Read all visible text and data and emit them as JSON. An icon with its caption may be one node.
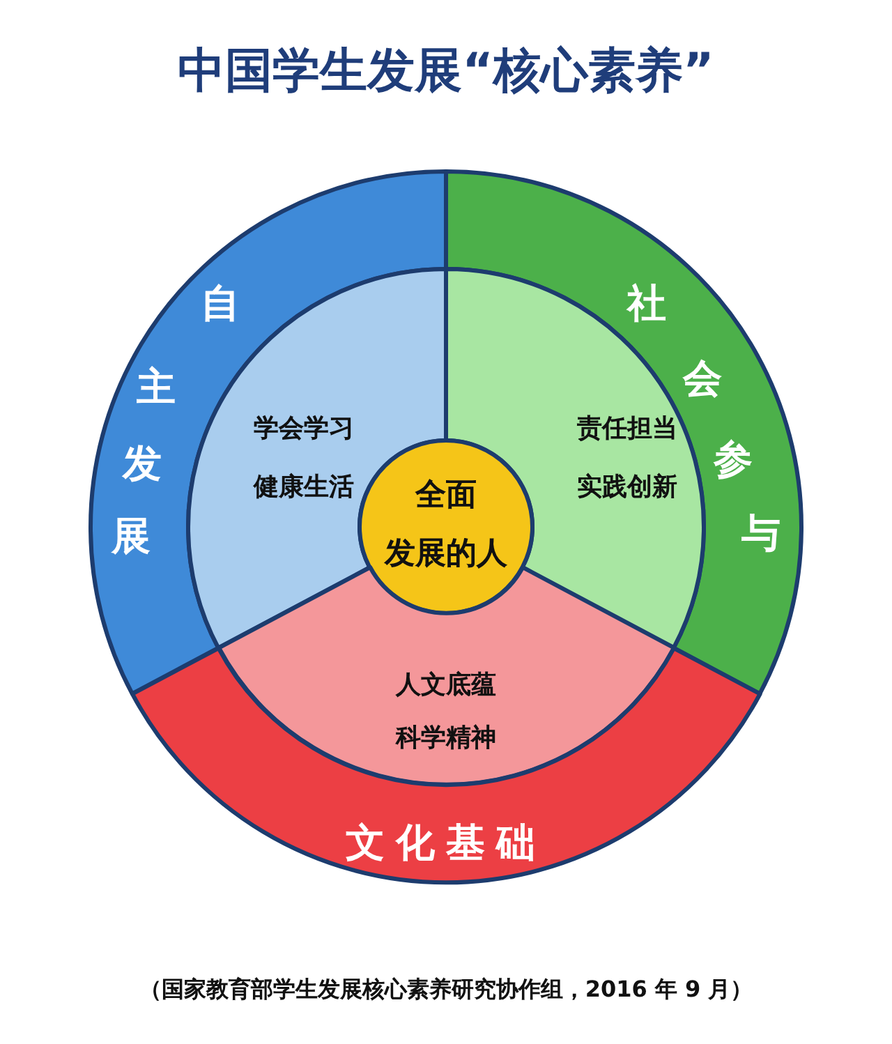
{
  "diagram": {
    "title": "中国学生发展“核心素养”",
    "caption": "（国家教育部学生发展核心素养研究协作组，2016 年 9 月）",
    "nodes": [
      {
        "text": [
          "自主发展"
        ]
      },
      {
        "text": [
          "社会参与"
        ]
      },
      {
        "text": [
          "学会学习",
          "健康生活"
        ]
      },
      {
        "text": [
          "责任担当",
          "实践创新"
        ]
      },
      {
        "text": [
          "全面",
          "发展的人"
        ]
      },
      {
        "text": [
          "人文底蕴",
          "科学精神"
        ]
      },
      {
        "text": [
          "文化基础"
        ]
      }
    ]
  }
}
